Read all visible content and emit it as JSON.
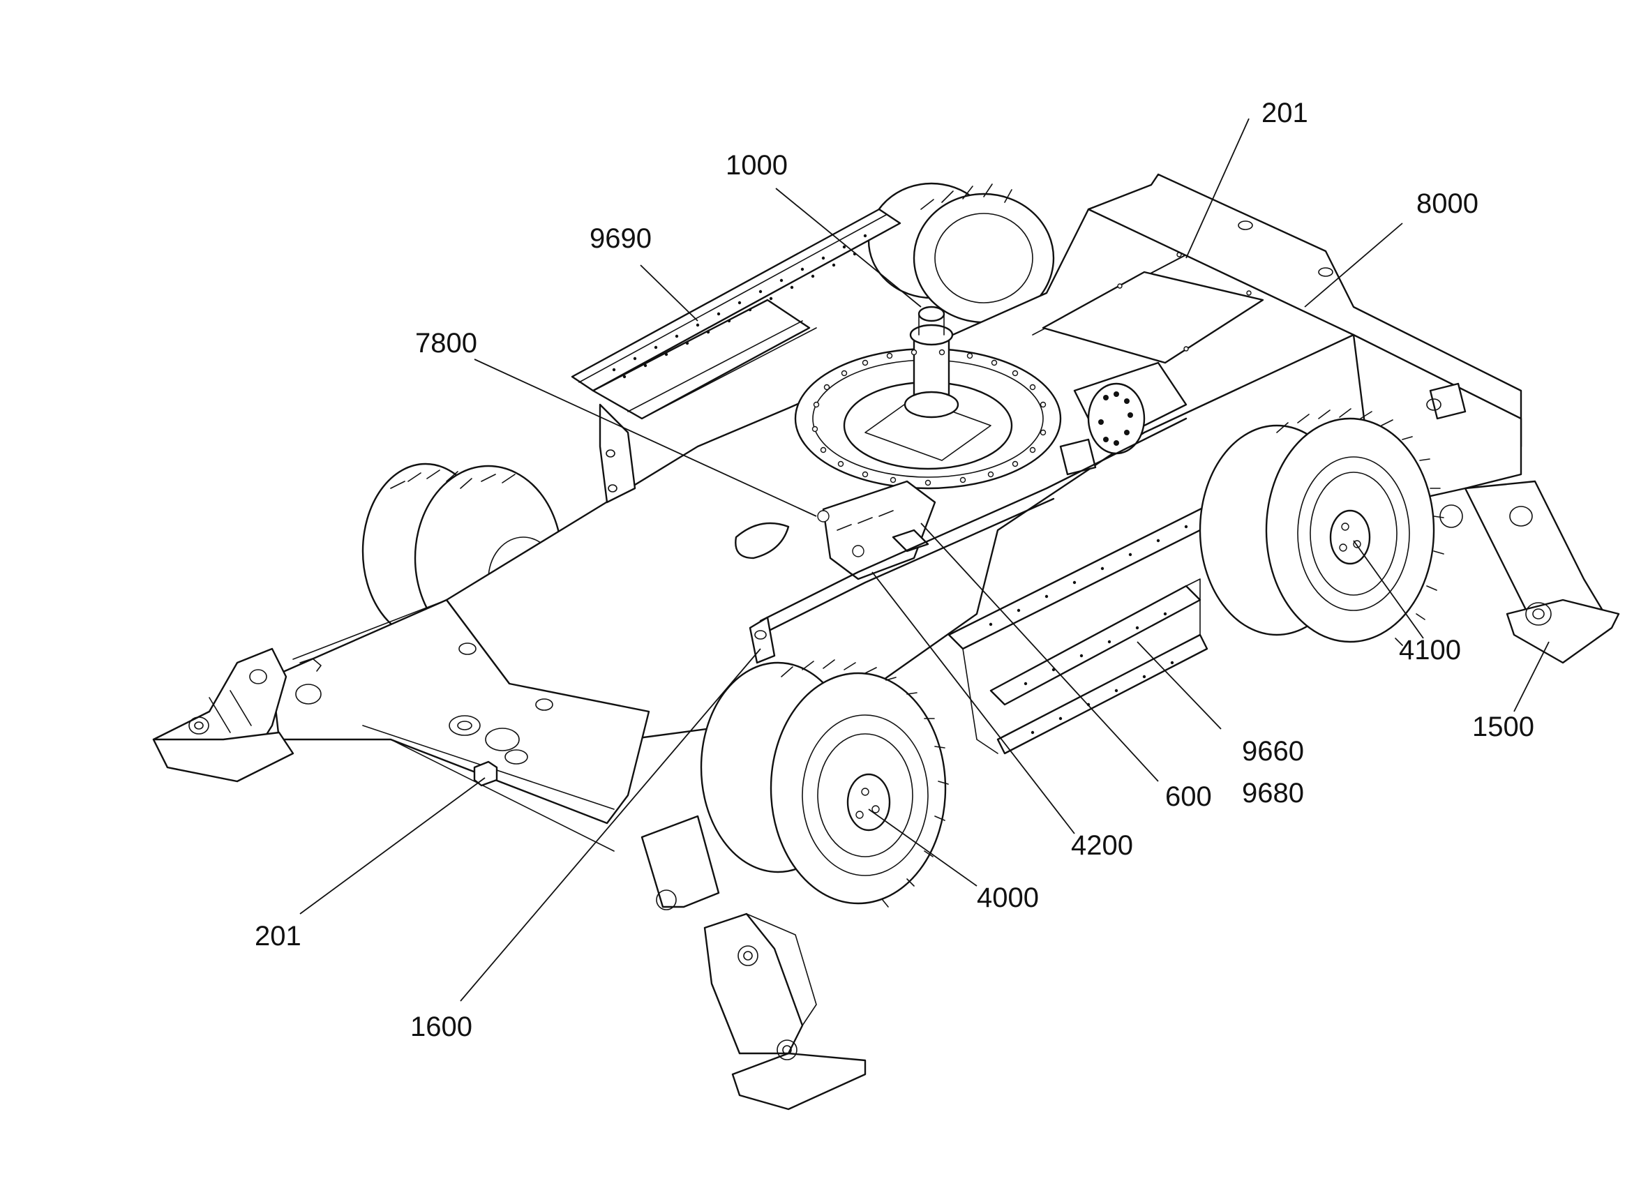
{
  "figure": {
    "callouts": [
      {
        "id": "c201_top",
        "label": "201"
      },
      {
        "id": "c1000",
        "label": "1000"
      },
      {
        "id": "c8000",
        "label": "8000"
      },
      {
        "id": "c9690",
        "label": "9690"
      },
      {
        "id": "c7800",
        "label": "7800"
      },
      {
        "id": "c4100",
        "label": "4100"
      },
      {
        "id": "c1500",
        "label": "1500"
      },
      {
        "id": "c9660",
        "label": "9660"
      },
      {
        "id": "c9680",
        "label": "9680"
      },
      {
        "id": "c600",
        "label": "600"
      },
      {
        "id": "c4200",
        "label": "4200"
      },
      {
        "id": "c4000",
        "label": "4000"
      },
      {
        "id": "c201_left",
        "label": "201"
      },
      {
        "id": "c1600",
        "label": "1600"
      }
    ]
  }
}
